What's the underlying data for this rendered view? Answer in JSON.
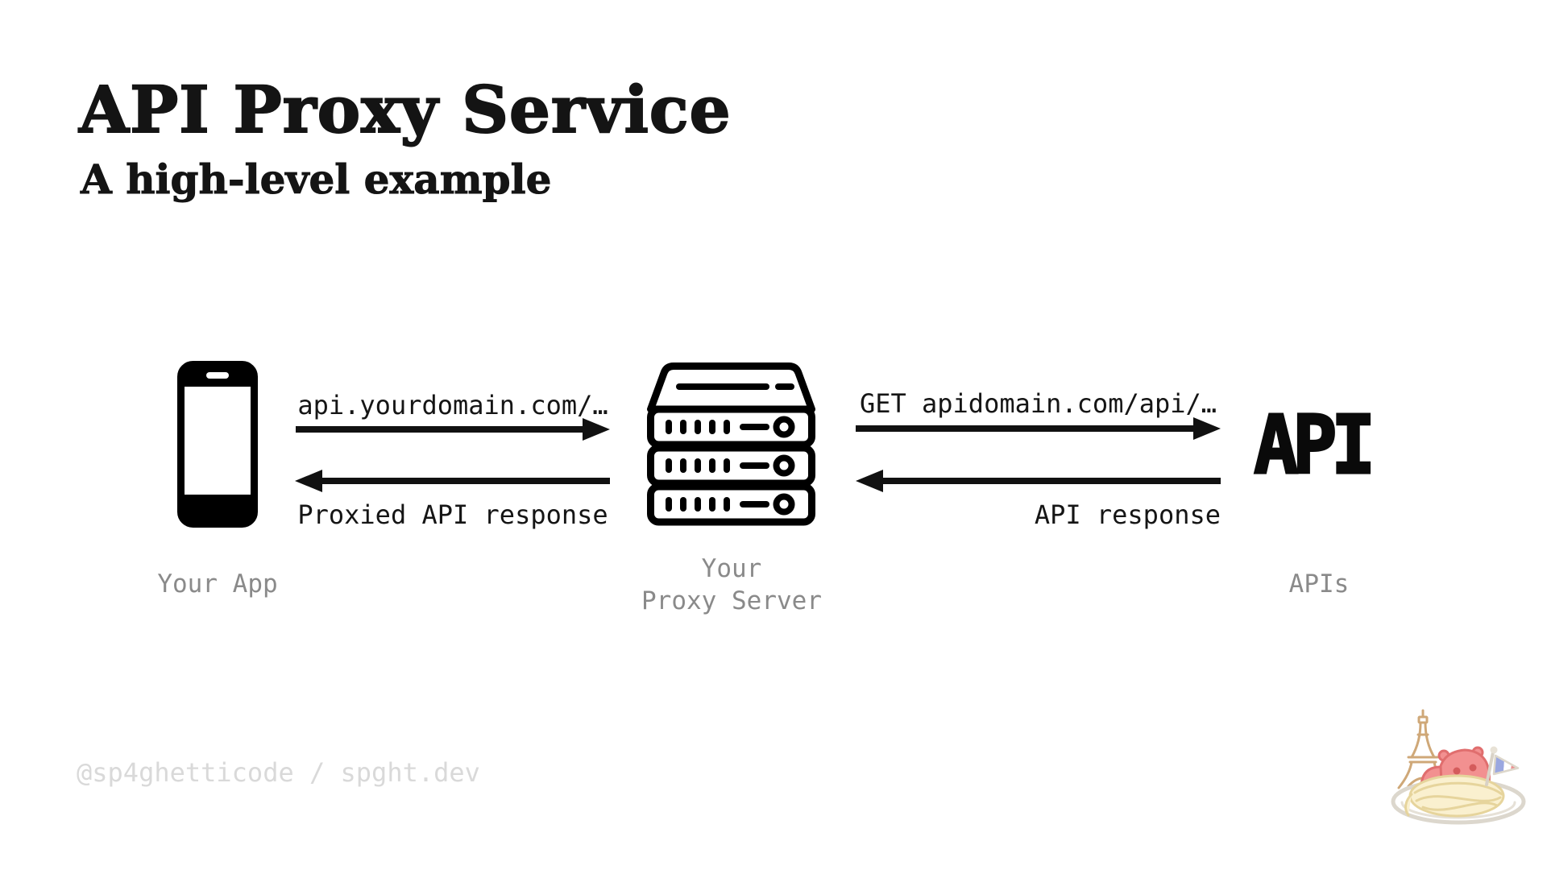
{
  "slide": {
    "title": "API Proxy Service",
    "subtitle": "A high-level example",
    "footer": "@sp4ghetticode / spght.dev"
  },
  "diagram": {
    "app": {
      "caption": "Your App",
      "icon": "smartphone-icon"
    },
    "proxy": {
      "caption_line1": "Your",
      "caption_line2": "Proxy Server",
      "icon": "server-rack-icon"
    },
    "apis": {
      "caption": "APIs",
      "logo_text": "API"
    },
    "flows": {
      "app_to_proxy": {
        "label": "api.yourdomain.com/…",
        "direction": "right"
      },
      "proxy_to_app": {
        "label": "Proxied API response",
        "direction": "left"
      },
      "proxy_to_api": {
        "label": "GET apidomain.com/api/…",
        "direction": "right"
      },
      "api_to_proxy": {
        "label": "API response",
        "direction": "left"
      }
    }
  },
  "colors": {
    "ink": "#111111",
    "caption_gray": "#8a8a8a",
    "footer_gray": "#d9d9d9",
    "background": "#ffffff"
  },
  "icons": {
    "bottom_right_logo": "spght-dev-spaghetti-plate-logo"
  }
}
